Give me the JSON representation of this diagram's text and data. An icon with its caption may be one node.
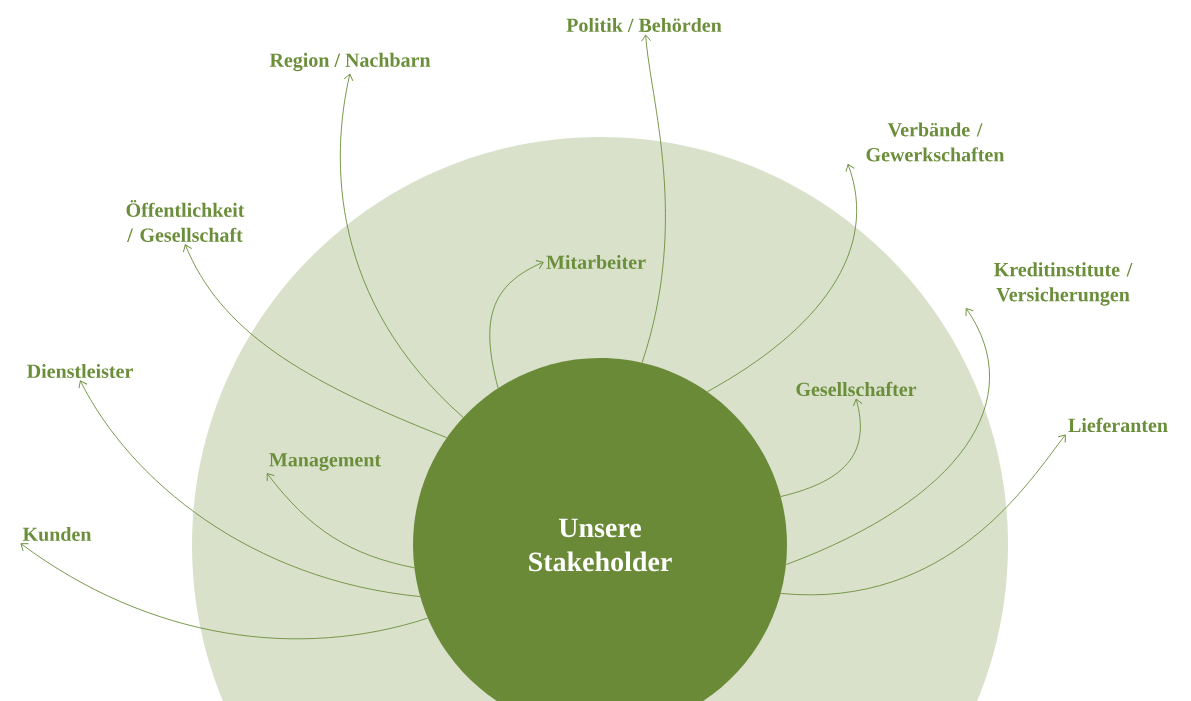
{
  "diagram": {
    "nodes": [
      {
        "text": [
          "Unsere Stakeholder"
        ]
      },
      {
        "text": [
          "Politik / Behörden"
        ]
      },
      {
        "text": [
          "Region / Nachbarn"
        ]
      },
      {
        "text": [
          "Verbände / Gewerkschaften"
        ]
      },
      {
        "text": [
          "Öffentlichkeit / Gesellschaft"
        ]
      },
      {
        "text": [
          "Mitarbeiter"
        ]
      },
      {
        "text": [
          "Kreditinstitute / Versicherungen"
        ]
      },
      {
        "text": [
          "Dienstleister"
        ]
      },
      {
        "text": [
          "Gesellschafter"
        ]
      },
      {
        "text": [
          "Lieferanten"
        ]
      },
      {
        "text": [
          "Management"
        ]
      },
      {
        "text": [
          "Kunden"
        ]
      }
    ],
    "edges": [
      {
        "from": 0,
        "to": 1,
        "arrow": "to"
      },
      {
        "from": 0,
        "to": 2,
        "arrow": "to"
      },
      {
        "from": 0,
        "to": 3,
        "arrow": "to"
      },
      {
        "from": 0,
        "to": 4,
        "arrow": "to"
      },
      {
        "from": 0,
        "to": 5,
        "arrow": "to"
      },
      {
        "from": 0,
        "to": 6,
        "arrow": "to"
      },
      {
        "from": 0,
        "to": 7,
        "arrow": "to"
      },
      {
        "from": 0,
        "to": 8,
        "arrow": "to"
      },
      {
        "from": 0,
        "to": 9,
        "arrow": "to"
      },
      {
        "from": 0,
        "to": 10,
        "arrow": "to"
      },
      {
        "from": 0,
        "to": 11,
        "arrow": "to"
      }
    ]
  }
}
